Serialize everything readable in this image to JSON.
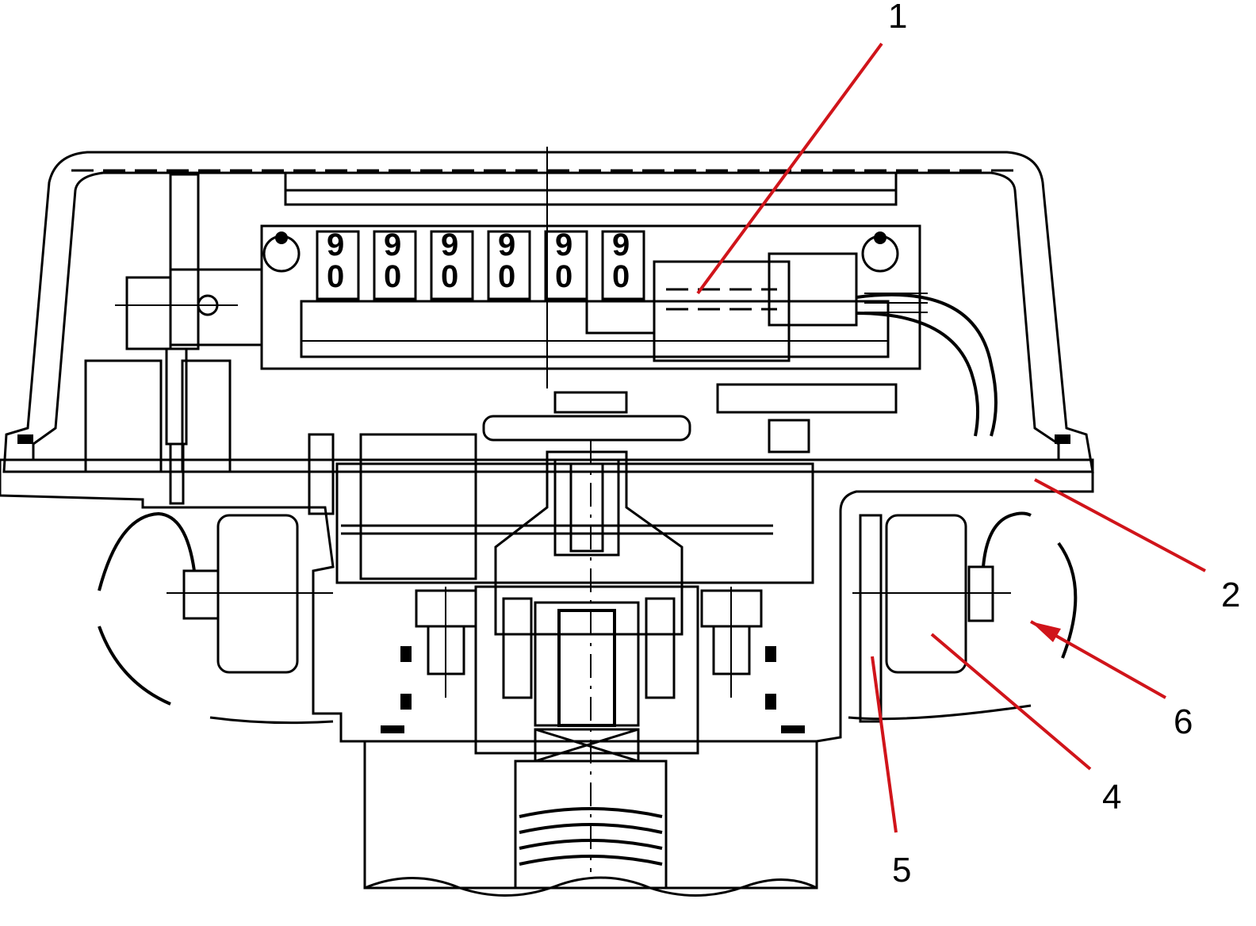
{
  "callouts": [
    {
      "id": "1",
      "label": "1"
    },
    {
      "id": "2",
      "label": "2"
    },
    {
      "id": "6",
      "label": "6"
    },
    {
      "id": "4",
      "label": "4"
    },
    {
      "id": "5",
      "label": "5"
    }
  ],
  "counter_digits": [
    {
      "top": "9",
      "mid": "0"
    },
    {
      "top": "9",
      "mid": "0"
    },
    {
      "top": "9",
      "mid": "0"
    },
    {
      "top": "9",
      "mid": "0"
    },
    {
      "top": "9",
      "mid": "0"
    },
    {
      "top": "9",
      "mid": "0"
    }
  ],
  "colors": {
    "leader": "#d0141a",
    "line": "#000000",
    "background": "#ffffff"
  }
}
